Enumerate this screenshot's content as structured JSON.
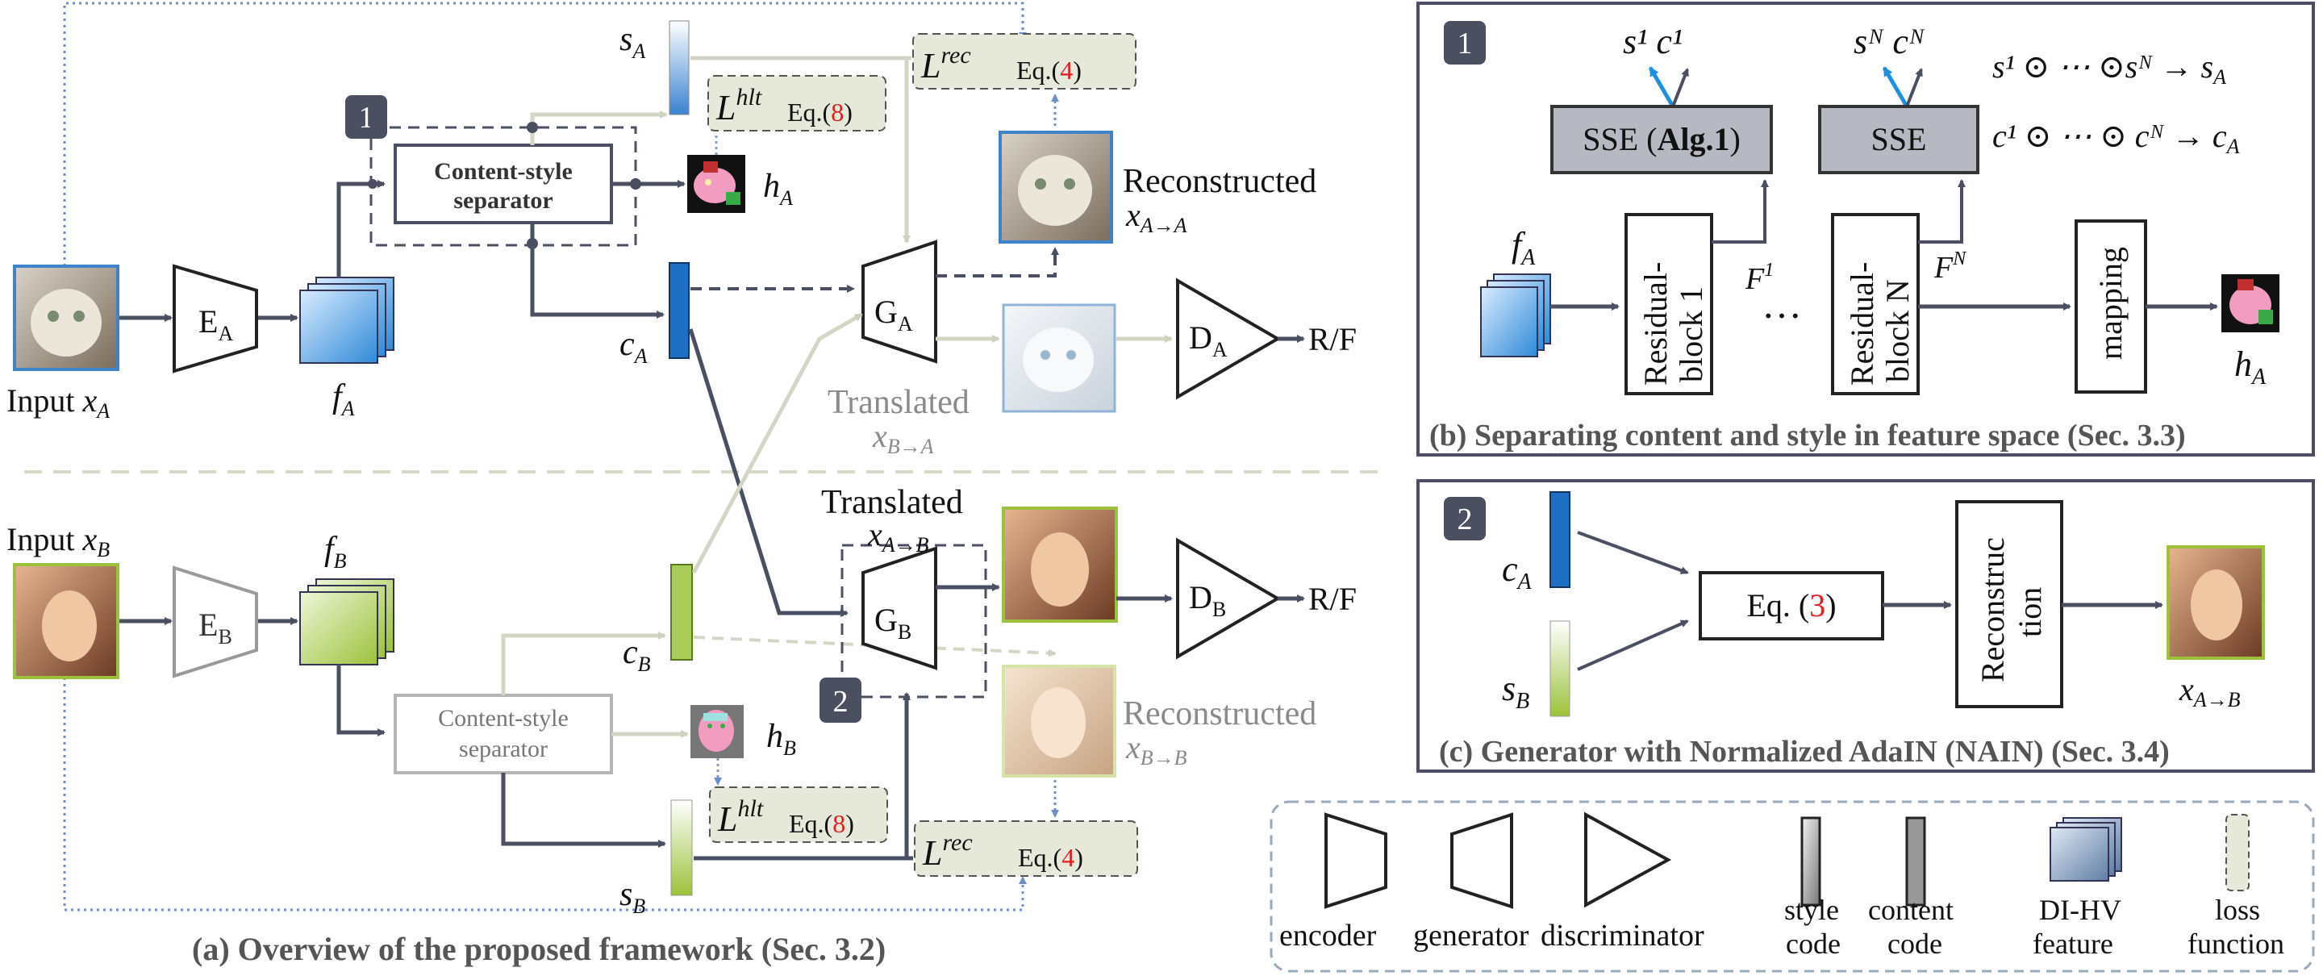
{
  "panel_a": {
    "caption": "(a) Overview of the proposed framework (Sec. 3.2)",
    "input_a": "Input ",
    "input_a_var": "x",
    "input_b": "Input ",
    "input_b_var": "x",
    "encoder_a": "E",
    "encoder_b": "E",
    "generator_a": "G",
    "generator_b": "G",
    "disc_a": "D",
    "disc_b": "D",
    "sub_a": "A",
    "sub_b": "B",
    "rf": "R/F",
    "feature_a": "f",
    "feature_b": "f",
    "sep_label_1": "Content-style",
    "sep_label_2": "separator",
    "sep_label_b1": "Content-style",
    "sep_label_b2": "separator",
    "style_code": "s",
    "content_code": "c",
    "heatmap": "h",
    "loss_hlt": "L",
    "loss_hlt_sup": "hlt",
    "loss_rec": "L",
    "loss_rec_sup": "rec",
    "eq_prefix": "Eq.(",
    "eq_8": "8",
    "eq_4": "4",
    "eq_suffix": ")",
    "reconstructed": "Reconstructed",
    "translated": "Translated",
    "x_a_to_a": "A→A",
    "x_b_to_a": "B→A",
    "x_a_to_b": "A→B",
    "x_b_to_b": "B→B",
    "badge_1": "1",
    "badge_2": "2"
  },
  "panel_b": {
    "caption": "(b) Separating content and style in feature space (Sec. 3.3)",
    "badge": "1",
    "sse": "SSE (",
    "alg": "Alg.1",
    "sse_close": ")",
    "sse_n": "SSE",
    "res1_line1": "Residual-",
    "res1_line2": "block 1",
    "resn_line1": "Residual-",
    "resn_line2": "block N",
    "mapping": "mapping",
    "dots": "…",
    "f1": "F",
    "f1_sup": "1",
    "fn": "F",
    "fn_sup": "N",
    "s1c1": "s¹ c¹",
    "sncn": "sᴺ cᴺ",
    "formula_s": "s¹ ⊙ ⋯ ⊙sᴺ → s",
    "formula_c": "c¹ ⊙ ⋯ ⊙ cᴺ → c",
    "sub_A": "A",
    "fa": "f",
    "ha": "h"
  },
  "panel_c": {
    "caption": "(c) Generator with Normalized AdaIN (NAIN) (Sec. 3.4)",
    "badge": "2",
    "eq_text": "Eq. (",
    "eq_num": "3",
    "eq_close": ")",
    "recon_line1": "Reconstruc",
    "recon_line2": "tion",
    "ca": "c",
    "sb": "s",
    "sub_A": "A",
    "sub_B": "B",
    "out": "x",
    "out_sub": "A→B"
  },
  "legend": {
    "encoder": "encoder",
    "generator": "generator",
    "discriminator": "discriminator",
    "style_1": "style",
    "style_2": "code",
    "content_1": "content",
    "content_2": "code",
    "feat_1": "DI-HV",
    "feat_2": "feature",
    "loss_1": "loss",
    "loss_2": "function"
  },
  "colors": {
    "dark_line": "#4a4f62",
    "light_line": "#d3d6c5",
    "blue": "#1f6fc4",
    "green": "#9cc23b",
    "loss_fill": "#e6e8da",
    "badge": "#4b5060",
    "eq_red": "#e02020",
    "grey_text": "#8a8a8a",
    "dotted_blue": "#6f8fc9"
  }
}
